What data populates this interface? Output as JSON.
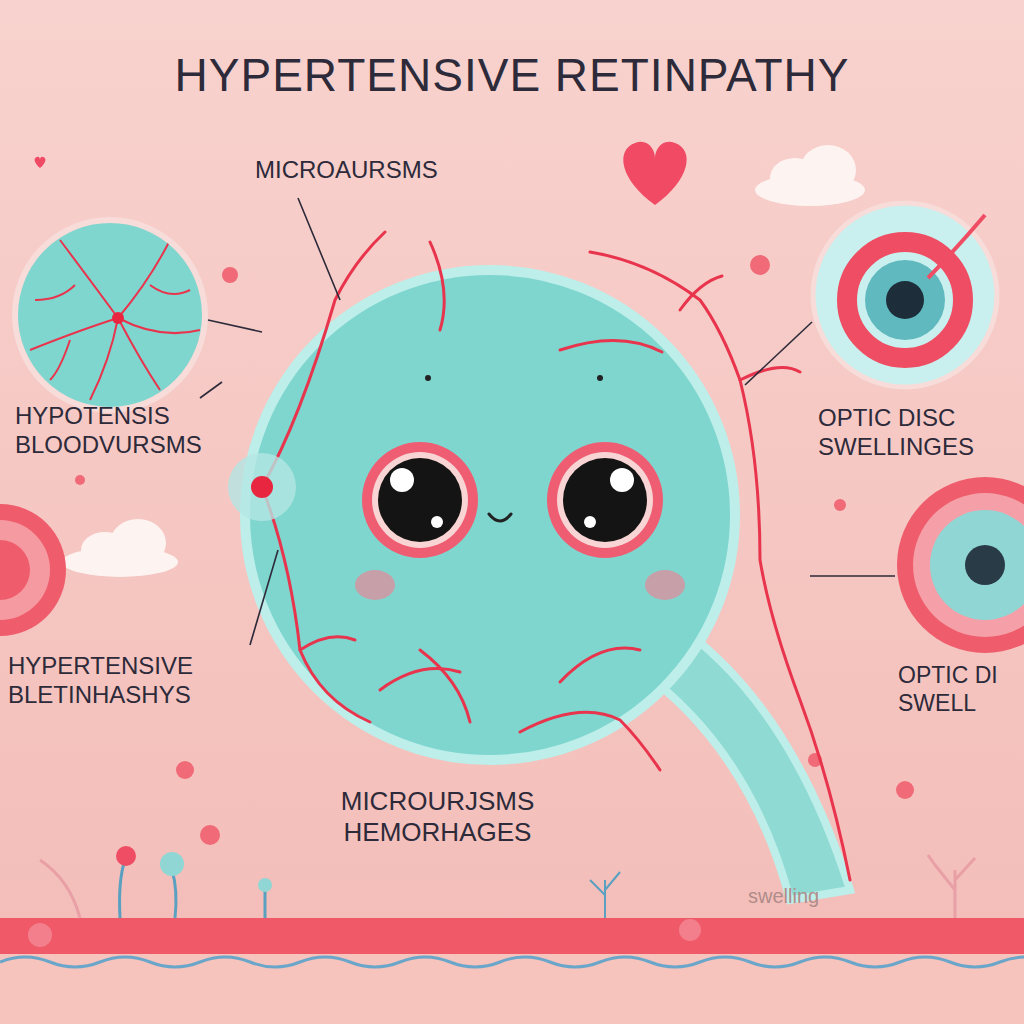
{
  "diagram": {
    "title": "HYPERTENSIVE RETINPATHY",
    "labels": [
      "MICROAURSMS",
      "HYPOTENSIS BLOODVURSMS",
      "OPTIC DISC SWELLINGES",
      "HYPERTENSIVE BLETINHASHYS",
      "OPTIC DI SWELL",
      "MICROURJSMS HEMORHAGES",
      "swelling"
    ]
  }
}
